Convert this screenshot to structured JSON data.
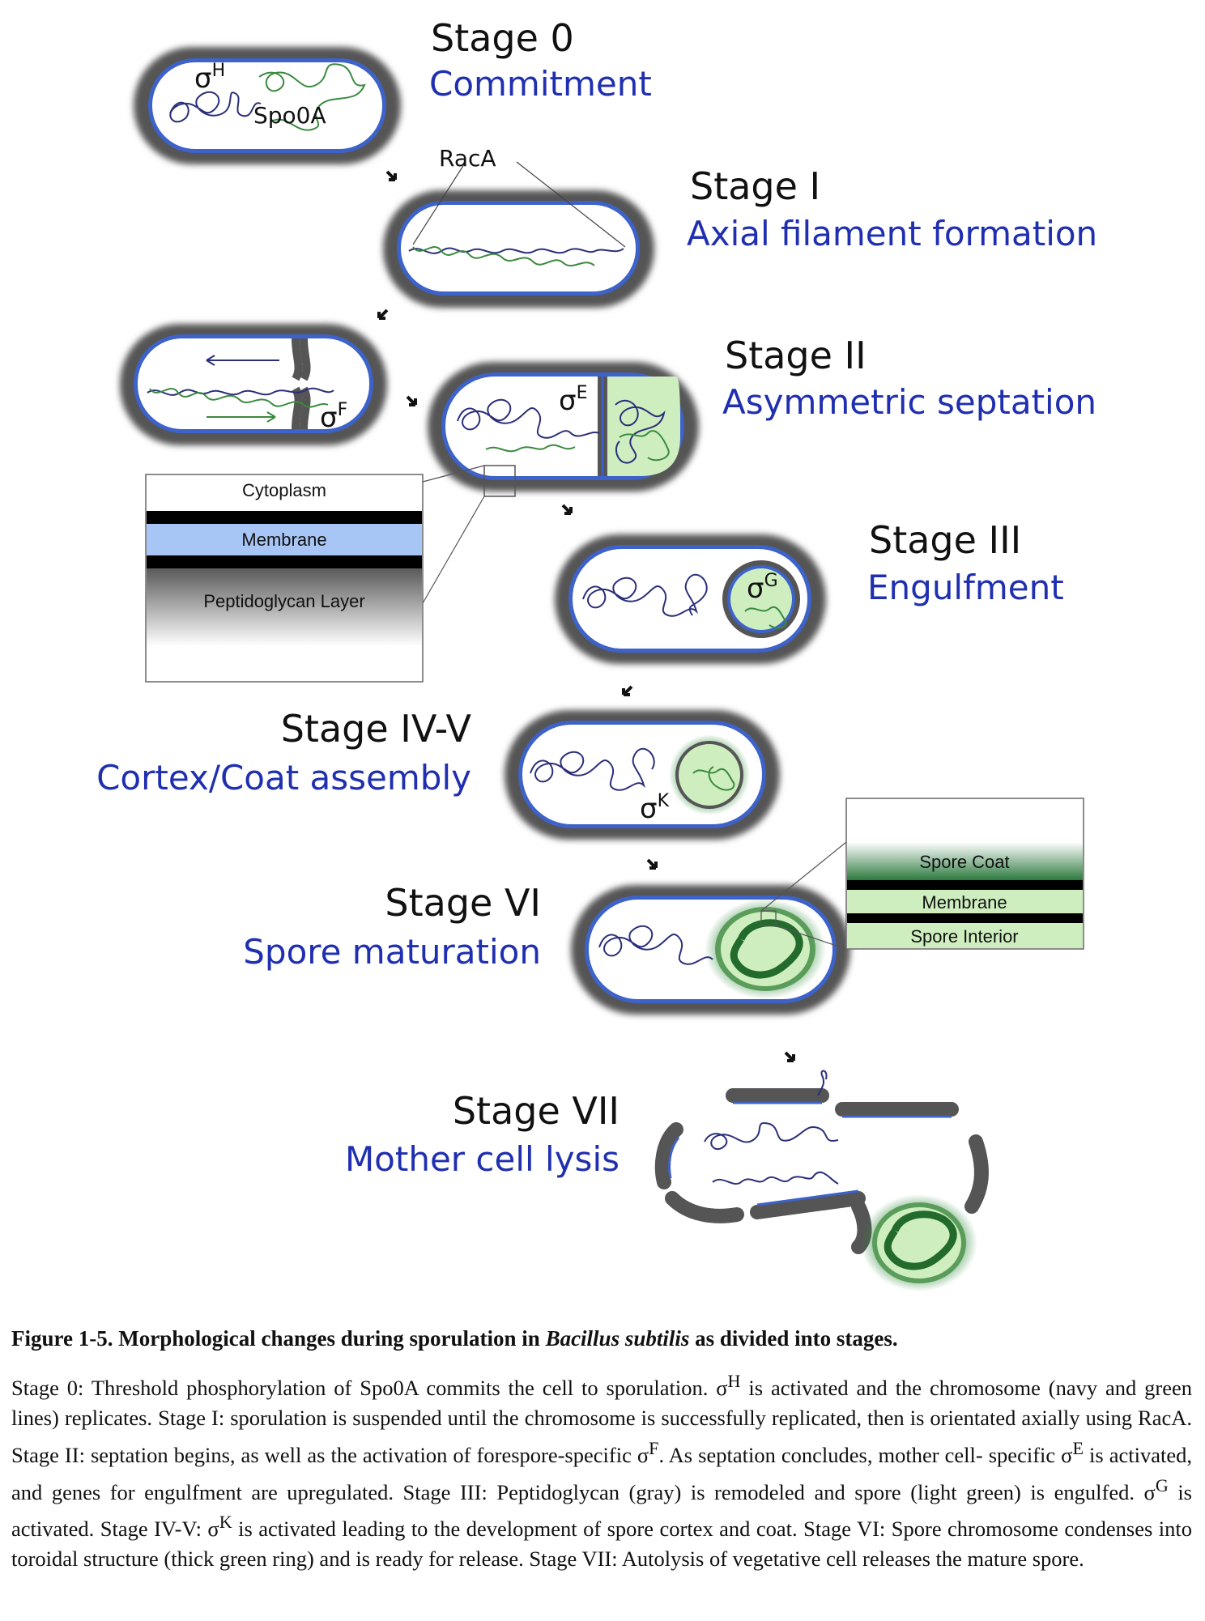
{
  "stages": [
    {
      "name": "Stage 0",
      "desc": "Commitment",
      "sigma": "σ",
      "sup": "H",
      "extra": "Spo0A"
    },
    {
      "name": "Stage I",
      "desc": "Axial filament formation",
      "extra": "RacA"
    },
    {
      "name": "Stage II",
      "desc": "Asymmetric septation",
      "sigma_f": "σ",
      "sup_f": "F",
      "sigma_e": "σ",
      "sup_e": "E"
    },
    {
      "name": "Stage III",
      "desc": "Engulfment",
      "sigma": "σ",
      "sup": "G"
    },
    {
      "name": "Stage IV-V",
      "desc": "Cortex/Coat assembly",
      "sigma": "σ",
      "sup": "K"
    },
    {
      "name": "Stage VI",
      "desc": "Spore maturation"
    },
    {
      "name": "Stage VII",
      "desc": "Mother cell lysis"
    }
  ],
  "inset_left": {
    "layers": [
      "Cytoplasm",
      "Membrane",
      "Peptidoglycan Layer"
    ]
  },
  "inset_right": {
    "layers": [
      "Spore Coat",
      "Membrane",
      "Spore Interior"
    ]
  },
  "caption": {
    "title_prefix": "Figure 1-5.  Morphological changes during sporulation in ",
    "title_italic": "Bacillus subtilis",
    "title_suffix": " as divided into stages.",
    "seg1": "Stage 0: Threshold phosphorylation of Spo0A commits the cell to sporulation. σ",
    "sup1": "H",
    "seg2": " is activated and the chromosome (navy and green lines) replicates. Stage I: sporulation is suspended until the chromosome is successfully replicated, then is orientated axially using RacA. Stage II: septation begins, as well as the activation of forespore-specific σ",
    "sup2": "F",
    "seg3": ". As septation concludes, mother cell- specific σ",
    "sup3": "E",
    "seg4": " is activated, and genes for engulfment are upregulated. Stage III: Peptidoglycan (gray) is remodeled and spore (light green) is engulfed. σ",
    "sup4": "G",
    "seg5": " is activated. Stage IV-V: σ",
    "sup5": "K",
    "seg6": " is activated leading to the development of spore cortex and coat. Stage VI: Spore chromosome condenses into toroidal structure (thick green ring) and is ready for release. Stage VII: Autolysis of vegetative cell releases the mature spore."
  },
  "colors": {
    "navy": "#2b2f7a",
    "green": "#3b8a3e",
    "membrane": "#3d62c9",
    "wall": "#5a5a5a",
    "spore": "#cfeec0",
    "label_blue": "#1f2fb0"
  }
}
